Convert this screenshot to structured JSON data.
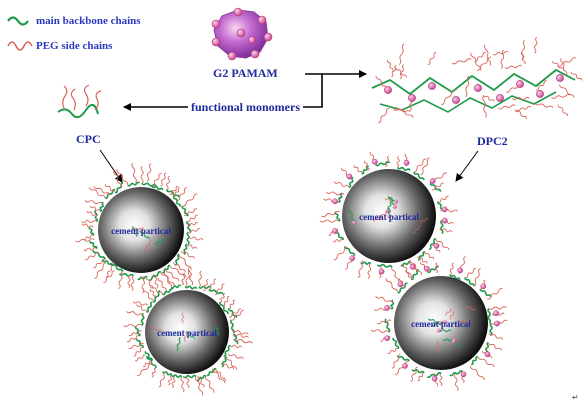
{
  "legend": {
    "backbone": "main backbone chains",
    "peg": "PEG side chains"
  },
  "labels": {
    "core": "G2 PAMAM",
    "monomers": "functional monomers",
    "left_polymer": "CPC",
    "right_polymer": "DPC2",
    "particle": "cement partical"
  },
  "colors": {
    "backbone": "#1f9a4a",
    "peg": "#d9655a",
    "node": "#d04f9c",
    "label": "#1f2a9c"
  }
}
